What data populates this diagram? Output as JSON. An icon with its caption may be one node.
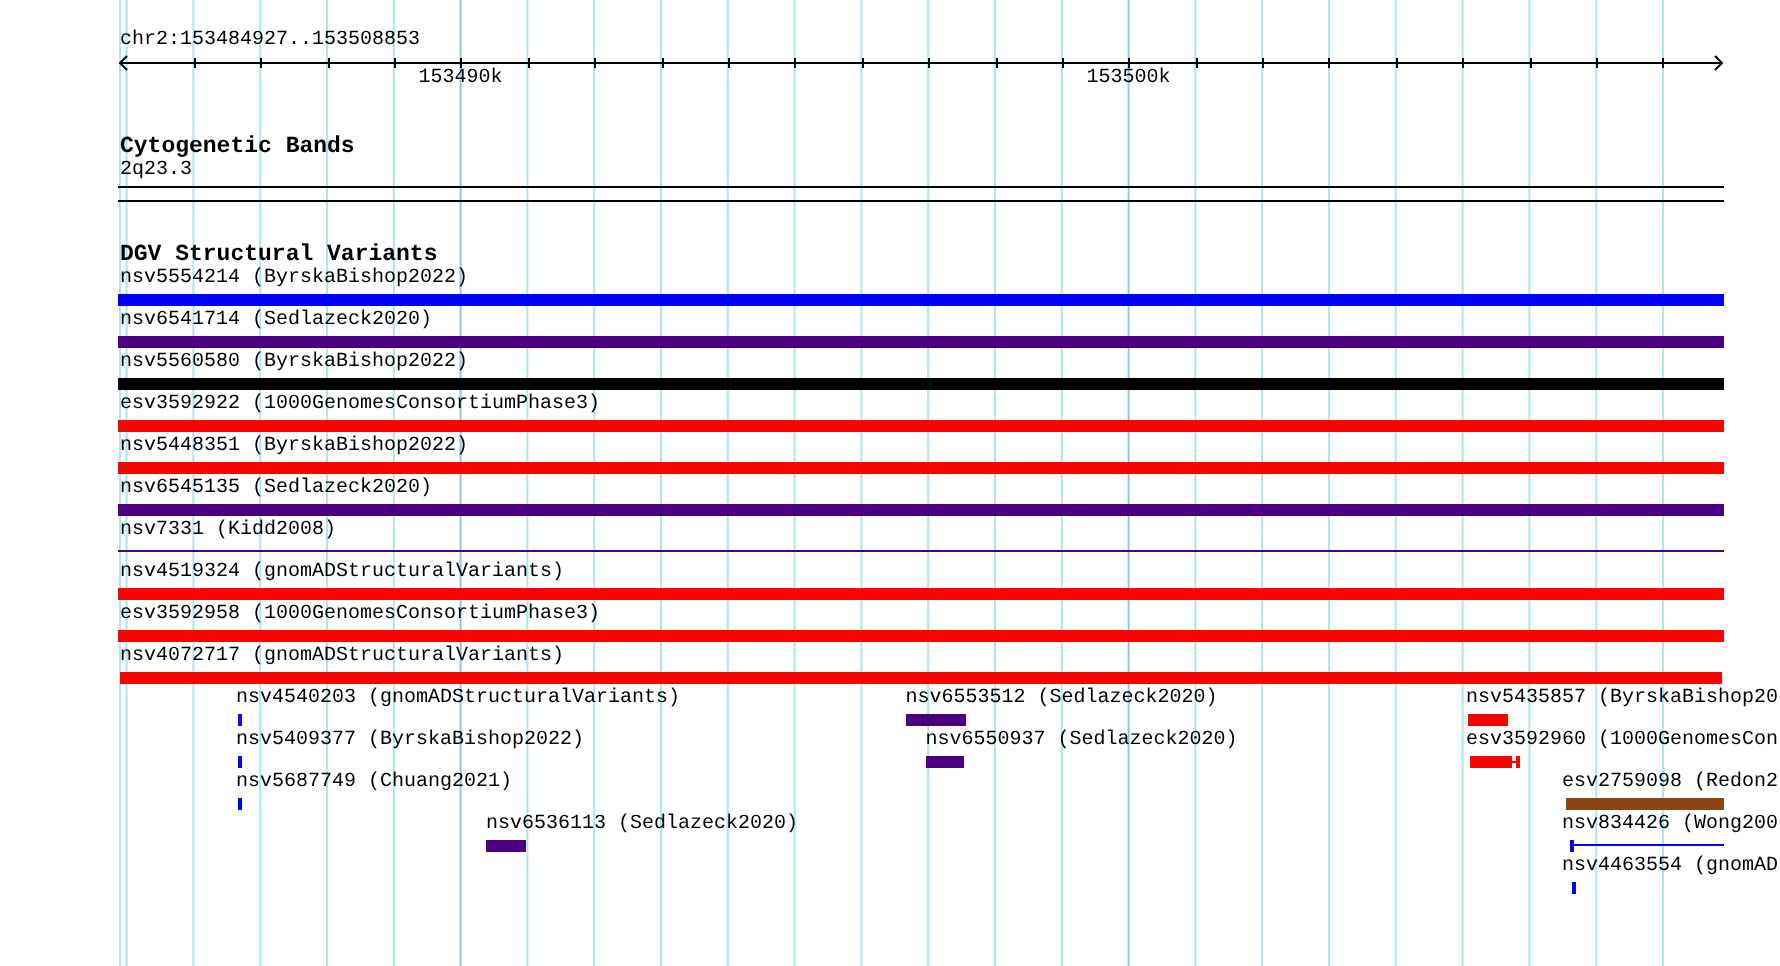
{
  "diagram": {
    "nodes": [
      {
        "text": [
          "2q23.3"
        ]
      },
      {
        "text": [
          "nsv5554214 (ByrskaBishop2022)"
        ]
      },
      {
        "text": [
          "nsv6541714 (Sedlazeck2020)"
        ]
      },
      {
        "text": [
          "nsv5560580 (ByrskaBishop2022)"
        ]
      },
      {
        "text": [
          "esv3592922 (1000GenomesConsortiumPhase3)"
        ]
      },
      {
        "text": [
          "nsv5448351 (ByrskaBishop2022)"
        ]
      },
      {
        "text": [
          "nsv6545135 (Sedlazeck2020)"
        ]
      },
      {
        "text": [
          "nsv7331 (Kidd2008)"
        ]
      },
      {
        "text": [
          "nsv4519324 (gnomADStructuralVariants)"
        ]
      },
      {
        "text": [
          "esv3592958 (1000GenomesConsortiumPhase3)"
        ]
      },
      {
        "text": [
          "nsv4072717 (gnomADStructuralVariants)"
        ]
      },
      {
        "text": [
          "nsv4540203 (gnomADStructuralVariants)"
        ]
      },
      {
        "text": [
          "nsv6553512 (Sedlazeck2020)"
        ]
      },
      {
        "text": [
          "nsv5435857 (ByrskaBishop20"
        ]
      },
      {
        "text": [
          "nsv5409377 (ByrskaBishop2022)"
        ]
      },
      {
        "text": [
          "nsv6550937 (Sedlazeck2020)"
        ]
      },
      {
        "text": [
          "esv3592960 (1000GenomesCon"
        ]
      },
      {
        "text": [
          "nsv5687749 (Chuang2021)"
        ]
      },
      {
        "text": [
          "esv2759098 (Redon2"
        ]
      },
      {
        "text": [
          "nsv6536113 (Sedlazeck2020)"
        ]
      },
      {
        "text": [
          "nsv834426 (Wong200"
        ]
      },
      {
        "text": [
          "nsv4463554 (gnomAD"
        ]
      }
    ],
    "labels": [
      "chr2:153484927..153508853",
      "153490k",
      "153500k",
      "Cytogenetic Bands",
      "DGV Structural Variants"
    ]
  }
}
